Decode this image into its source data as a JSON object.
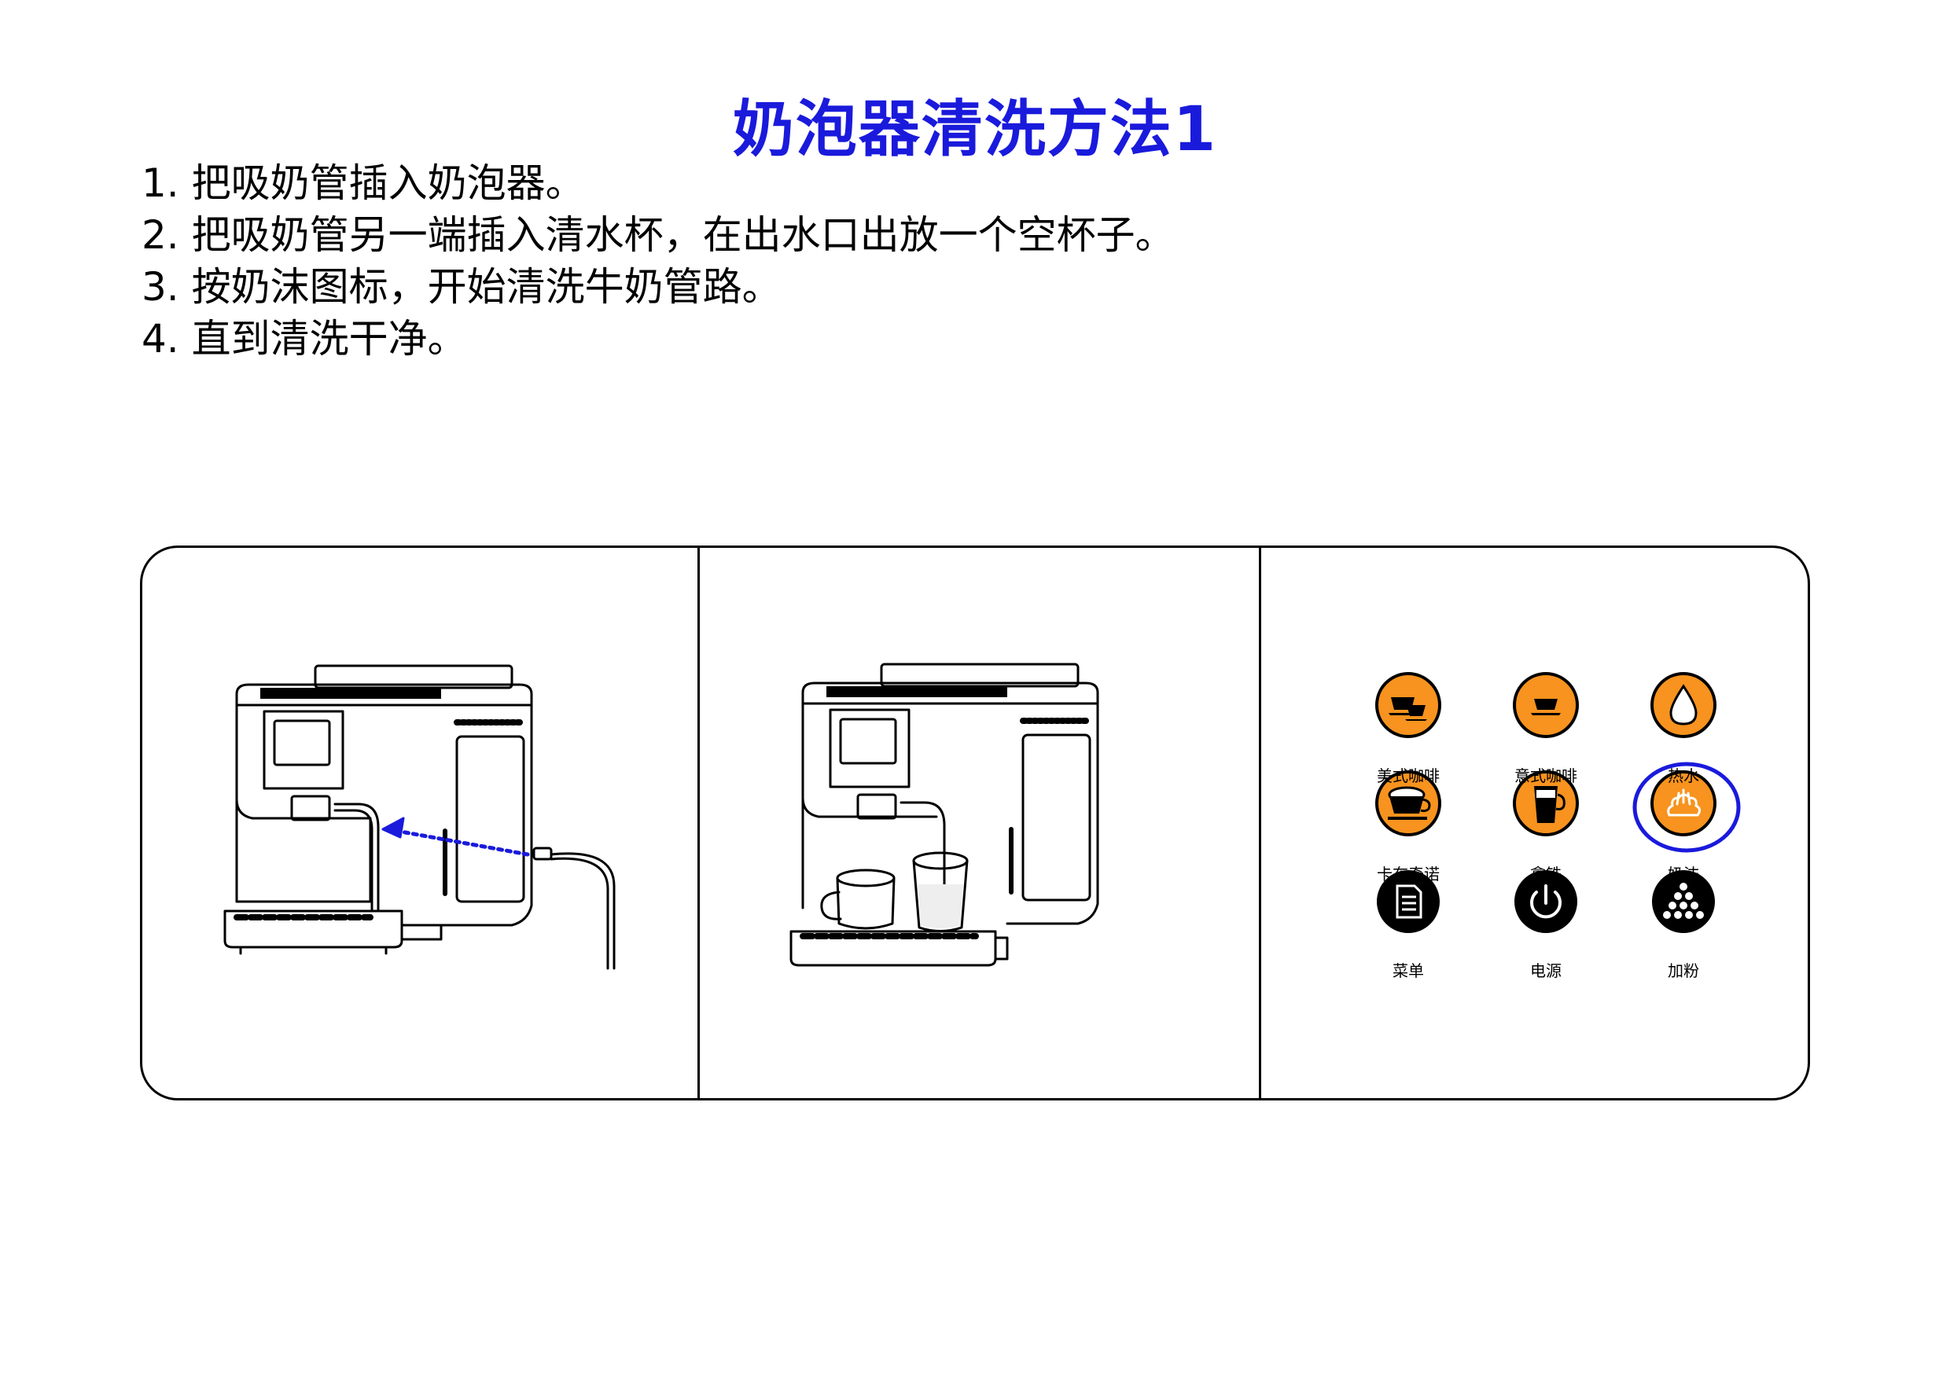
{
  "title": "奶泡器清洗方法1",
  "steps": [
    "1. 把吸奶管插入奶泡器。",
    "2. 把吸奶管另一端插入清水杯，在出水口出放一个空杯子。",
    "3. 按奶沫图标，开始清洗牛奶管路。",
    "4. 直到清洗干净。"
  ],
  "control_panel": {
    "buttons": [
      {
        "label": "美式咖啡",
        "icon": "americano-cup-icon",
        "style": "orange"
      },
      {
        "label": "意式咖啡",
        "icon": "espresso-cup-icon",
        "style": "orange"
      },
      {
        "label": "热水",
        "icon": "water-drop-icon",
        "style": "orange"
      },
      {
        "label": "卡布奇诺",
        "icon": "cappuccino-cup-icon",
        "style": "orange"
      },
      {
        "label": "拿铁",
        "icon": "latte-glass-icon",
        "style": "orange"
      },
      {
        "label": "奶沫",
        "icon": "milk-foam-icon",
        "style": "orange",
        "highlighted": true
      },
      {
        "label": "菜单",
        "icon": "menu-document-icon",
        "style": "black"
      },
      {
        "label": "电源",
        "icon": "power-icon",
        "style": "black"
      },
      {
        "label": "加粉",
        "icon": "powder-beans-icon",
        "style": "black"
      }
    ]
  },
  "colors": {
    "title": "#1a1adc",
    "button_orange": "#f7931e",
    "button_black": "#000000",
    "highlight_circle": "#1a1adc",
    "arrow": "#1a1adc"
  }
}
